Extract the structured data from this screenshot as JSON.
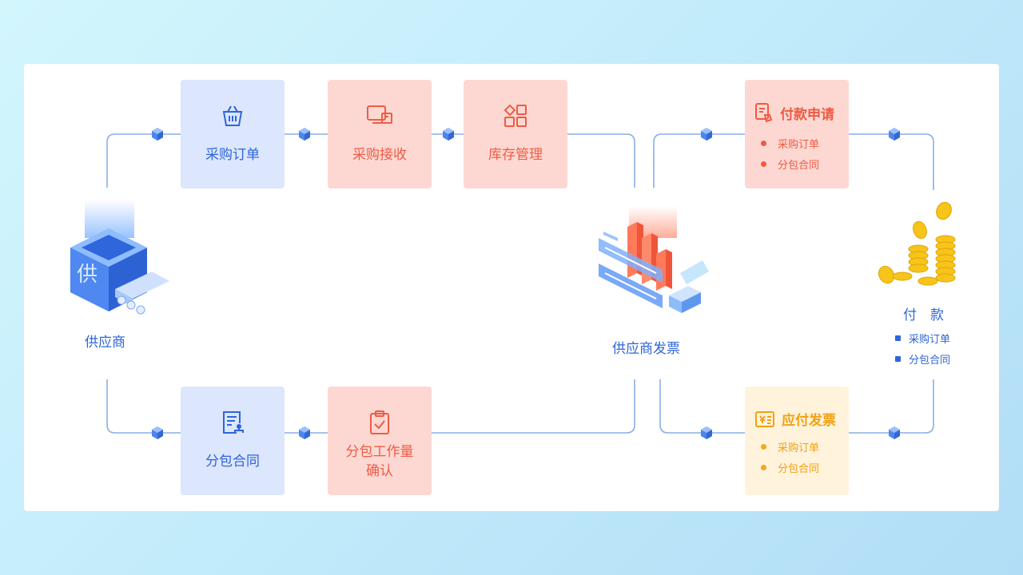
{
  "nodes": {
    "purchase_order": "采购订单",
    "purchase_receive": "采购接收",
    "inventory": "库存管理",
    "sub_contract": "分包合同",
    "sub_confirm_line1": "分包工作量",
    "sub_confirm_line2": "确认"
  },
  "payment_request": {
    "title": "付款申请",
    "items": [
      "采购订单",
      "分包合同"
    ]
  },
  "payable_invoice": {
    "title": "应付发票",
    "items": [
      "采购订单",
      "分包合同"
    ]
  },
  "supplier": {
    "label": "供应商",
    "box_char": "供"
  },
  "supplier_invoice": {
    "label": "供应商发票"
  },
  "payment": {
    "label": "付　款",
    "items": [
      "采购订单",
      "分包合同"
    ]
  },
  "colors": {
    "blue": "#2f65d8",
    "blue_bg": "#dce6fd",
    "red": "#ee5c44",
    "red_bg": "#fdd8d2",
    "yellow": "#f2a012",
    "yellow_bg": "#fff3dc",
    "line": "#8aaee6"
  }
}
